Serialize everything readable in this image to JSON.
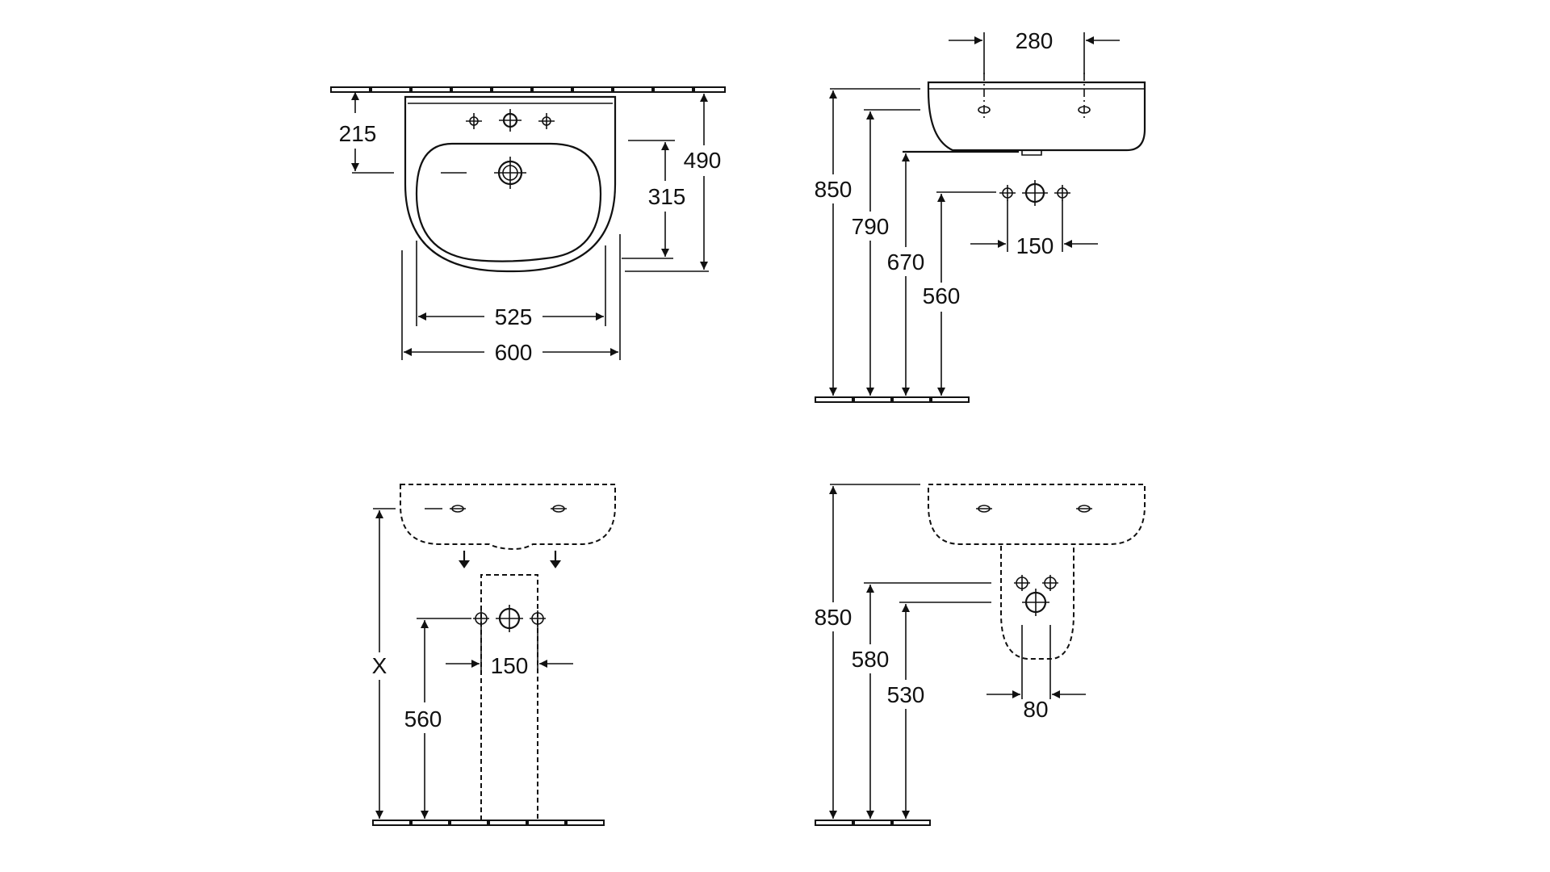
{
  "views": {
    "front": {
      "dim_215": "215",
      "dim_315": "315",
      "dim_490": "490",
      "dim_525": "525",
      "dim_600": "600"
    },
    "side": {
      "dim_280": "280",
      "dim_850": "850",
      "dim_790": "790",
      "dim_670": "670",
      "dim_560": "560",
      "dim_150": "150"
    },
    "pedestal": {
      "dim_x": "X",
      "dim_560": "560",
      "dim_150": "150"
    },
    "semi_pedestal": {
      "dim_850": "850",
      "dim_580": "580",
      "dim_530": "530",
      "dim_80": "80"
    }
  }
}
